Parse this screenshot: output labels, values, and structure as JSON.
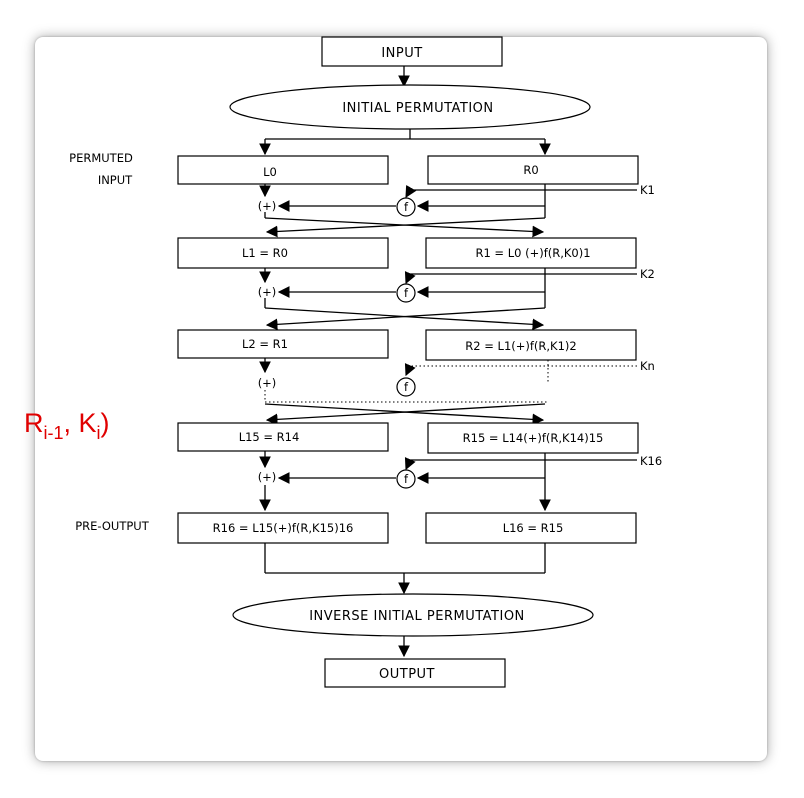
{
  "nodes": {
    "input": "INPUT",
    "initial_permutation": "INITIAL PERMUTATION",
    "l0": "L0",
    "r0": "R0",
    "l1": "L1 = R0",
    "r1": "R1 = L0 (+)f(R,K0)1",
    "l2": "L2 = R1",
    "r2": "R2 = L1(+)f(R,K1)2",
    "l15": "L15 = R14",
    "r15": "R15 = L14(+)f(R,K14)15",
    "r16": "R16 = L15(+)f(R,K15)16",
    "l16": "L16 = R15",
    "inverse_permutation": "INVERSE INITIAL PERMUTATION",
    "output": "OUTPUT"
  },
  "labels": {
    "permuted_input": [
      "PERMUTED",
      "INPUT"
    ],
    "pre_output": "PRE-OUTPUT",
    "xor": "(+)",
    "f": "f",
    "keys": [
      "K1",
      "K2",
      "Kn",
      "K16"
    ]
  },
  "overlay_fragment": {
    "prefix": "R",
    "sub1": "i-1",
    "mid": ", K",
    "sub2": "i",
    "suffix": ")",
    "color": "#e00000"
  }
}
